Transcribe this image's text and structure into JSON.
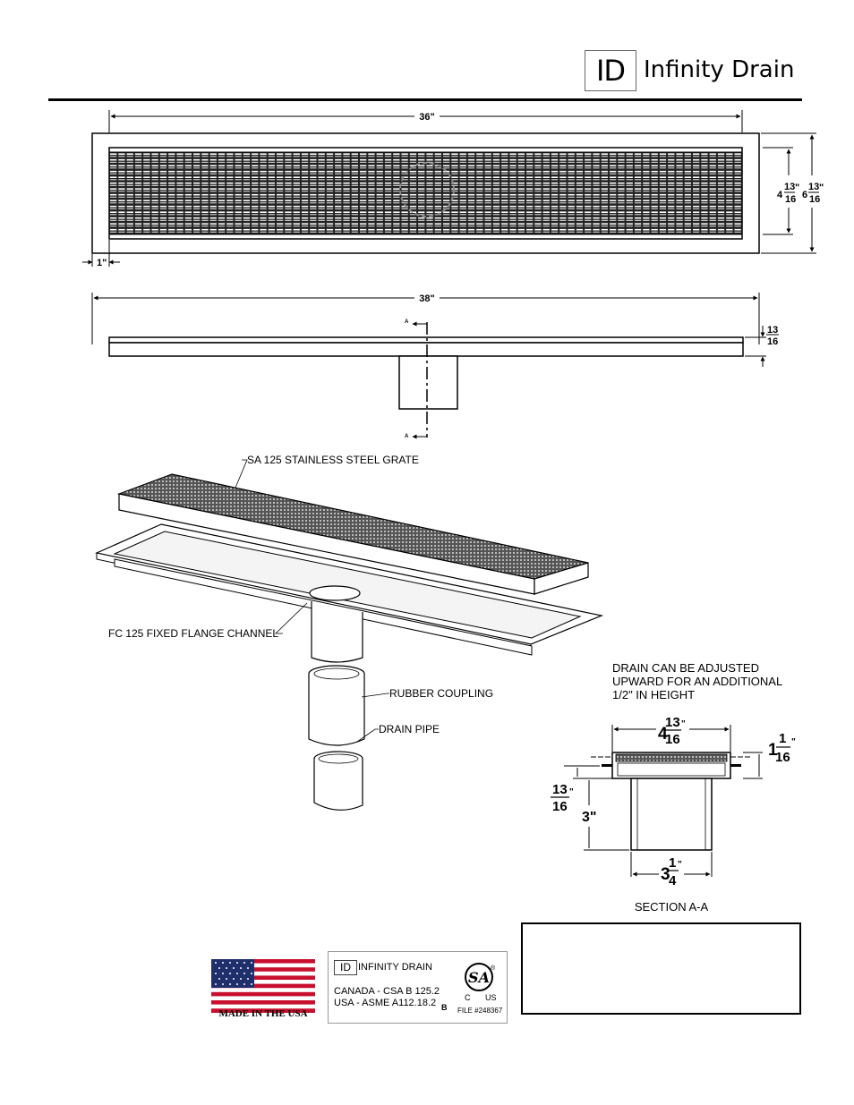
{
  "header": {
    "logo_mark": "ID",
    "brand_name": "Infinity Drain"
  },
  "top_view": {
    "overall_length": "36\"",
    "flange_width": "1\"",
    "grate_width": {
      "whole": "4",
      "num": "13",
      "den": "16",
      "unit": "\""
    },
    "overall_width": {
      "whole": "6",
      "num": "13",
      "den": "16",
      "unit": "\""
    }
  },
  "side_view": {
    "overall_length": "38\"",
    "height": {
      "num": "13",
      "den": "16"
    },
    "section_marker_top": "A",
    "section_marker_bottom": "A"
  },
  "exploded_view": {
    "grate_label": "SA 125 STAINLESS STEEL GRATE",
    "channel_label": "FC 125 FIXED FLANGE CHANNEL",
    "coupling_label": "RUBBER COUPLING",
    "pipe_label": "DRAIN PIPE"
  },
  "section_view": {
    "note_line1": "DRAIN CAN BE ADJUSTED",
    "note_line2": "UPWARD FOR AN ADDITIONAL",
    "note_line3": "1/2\" IN HEIGHT",
    "top_width": {
      "whole": "4",
      "num": "13",
      "den": "16",
      "unit": "\""
    },
    "grate_height": {
      "whole": "1",
      "num": "1",
      "den": "16",
      "unit": "\""
    },
    "flange_height": {
      "num": "13",
      "den": "16",
      "unit": "\""
    },
    "outlet_height": "3\"",
    "outlet_width": {
      "whole": "3",
      "num": "1",
      "den": "4",
      "unit": "\""
    },
    "title": "SECTION A-A"
  },
  "footer": {
    "flag_caption": "MADE IN THE USA",
    "cert_logo_mark": "ID",
    "cert_brand": "INFINITY DRAIN",
    "cert_canada": "CANADA - CSA B 125.2",
    "cert_usa": "USA - ASME A112.18.2",
    "cert_b_mark": "B",
    "csa_mark": "SA",
    "csa_c": "C",
    "csa_us": "US",
    "csa_reg": "®",
    "cert_file": "FILE #248367"
  }
}
